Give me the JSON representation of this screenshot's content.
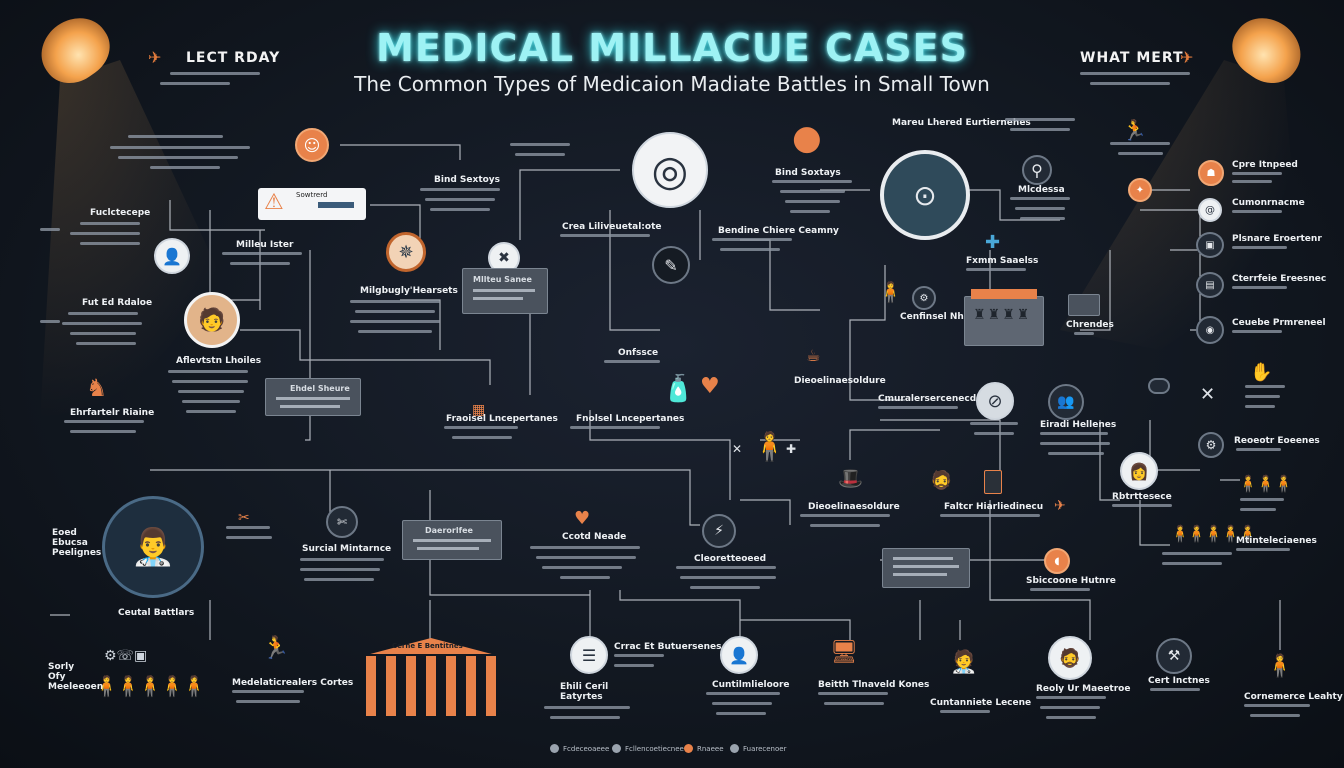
{
  "header": {
    "title": "MEDICAL MILLACUE CASES",
    "subtitle": "The Common Types of Medicaion Madiate Battles in Small Town",
    "left_corner": "LECT RDAY",
    "right_corner": "WHAT MERT"
  },
  "nodes": {
    "alert_box": "Sowtrerd",
    "mentor": "Milleu Ister",
    "center_top": "Bind Sextoys",
    "top_right": "Mareu Lhered Eurtiernehes",
    "mid_left_group": "Milgbugly'Hearsets",
    "mid_card": "Mllteu Sanee",
    "center_mid": "Bendine Chiere Ceamny",
    "left_side_1": "Fuclctecepe",
    "left_side_2": "Fut Ed Rdaloe",
    "left_mid": "Aflevtstn Lhoiles",
    "left_panel": "Ehdel Sheure",
    "left_lower": "Ehrfartelr Riaine",
    "center_pill": "Onfssce",
    "stacked": "Fraoisel Lncepertanes",
    "cent_right": "Dieoelinaesoldure",
    "right_mid_1": "Cenfinsel Nhediem",
    "right_mid_2": "Chrendes",
    "right_node": "Cmuralersercenecd",
    "birdi": "Eiradi Hellenes",
    "right_col": [
      "Cpre Itnpeed",
      "Cumonrnacme",
      "Plsnare Eroertenr",
      "Cterrfeie Ereesnec",
      "Ceuebe Prmreneel",
      "Reoeotr Eoeenes"
    ],
    "surgical": "Surcial Mintarnce",
    "surg_panel": "Daerorlfee",
    "ccotd": "Ccotd Neade",
    "lower_center": "Cleoretteoeed",
    "lower_right_card": "Faltcr Hiarliedinecu",
    "right_lower": "Sbiccoone Hutnre",
    "crowd_right": "Mtinteleciaenes",
    "left_label_group": "Eoed Ebucsa Peelignes",
    "central_battles": "Ceutal Battlars",
    "bottom_left": "Sorly Ofy Meeleeoens",
    "bottom_labels": [
      "Medelaticrealers Cortes",
      "Crrac Et Butuersenes",
      "Ehili Ceril Eatyrtes",
      "Cuntilmlieloore",
      "Beitth Tlnaveld Kones",
      "Cuntanniete Lecene",
      "Reoly Ur Maeetroe",
      "Cert Inctnes",
      "Cornemerce Leahty"
    ],
    "courthouse": "Cerne E Bentitnes"
  },
  "footer": [
    "Fcdeceoaeee",
    "Fcllencoetiecnee",
    "Rnaeee",
    "Fuarecenoer"
  ],
  "colors": {
    "accent": "#e8824a",
    "title_glow": "#9ef2f4",
    "background": "#121821",
    "wire": "#c7ccd3"
  }
}
